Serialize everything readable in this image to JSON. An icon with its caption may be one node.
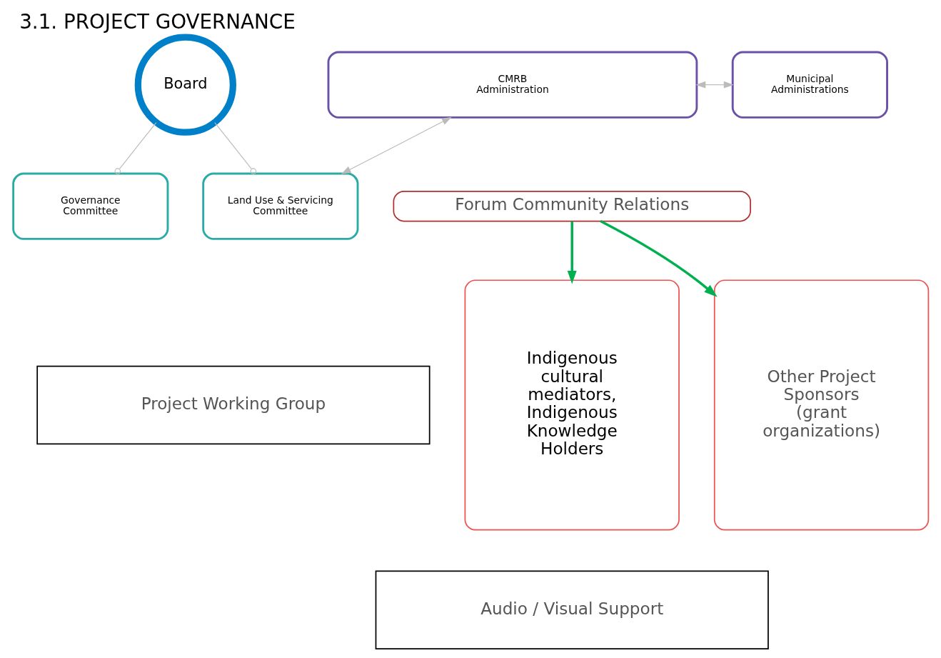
{
  "diagram": {
    "title": "3.1. PROJECT GOVERNANCE",
    "nodes": [
      {
        "text": [
          "Board"
        ]
      },
      {
        "text": [
          "Land Use & Servicing Committee"
        ]
      },
      {
        "text": [
          "Governance Committee"
        ]
      },
      {
        "text": [
          "CMRB Administration"
        ]
      },
      {
        "text": [
          "Municipal Administrations"
        ]
      },
      {
        "text": [
          "Forum Community Relations"
        ]
      },
      {
        "text": [
          "Project Working Group"
        ]
      },
      {
        "text": [
          "Indigenous cultural mediators, Indigenous Knowledge Holders"
        ]
      },
      {
        "text": [
          "Audio / Visual Support"
        ]
      },
      {
        "text": [
          "Other Project Sponsors (grant organizations)"
        ]
      }
    ],
    "edges": [
      {
        "from": 0,
        "to": 1,
        "arrow": "other"
      },
      {
        "from": 0,
        "to": 2,
        "arrow": "other"
      },
      {
        "from": 3,
        "to": 1,
        "arrow": "both"
      },
      {
        "from": 3,
        "to": 4,
        "arrow": "both"
      },
      {
        "from": 5,
        "to": 7,
        "arrow": "to",
        "color": "#00b050",
        "style": "thick"
      },
      {
        "from": 5,
        "to": 9,
        "arrow": "to",
        "color": "#00b050",
        "style": "thick"
      }
    ]
  }
}
